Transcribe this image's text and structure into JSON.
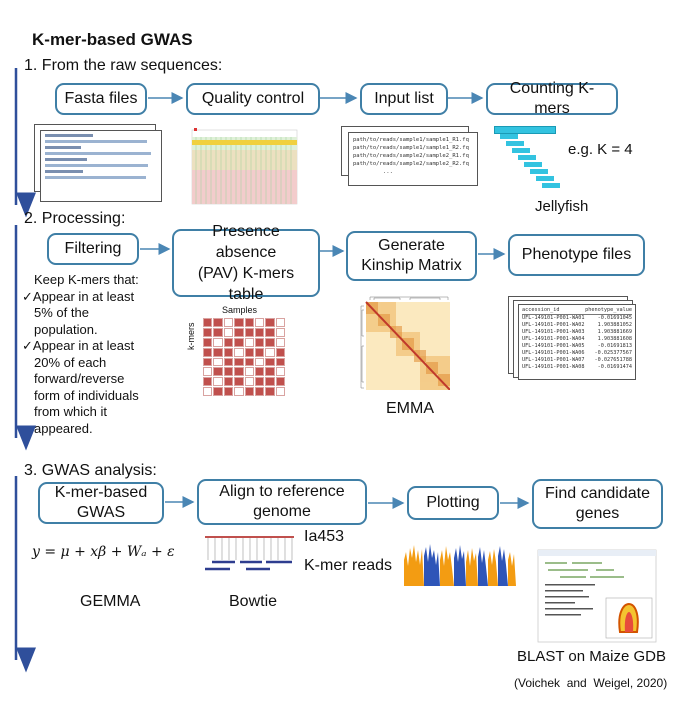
{
  "title": "K-mer-based GWAS",
  "steps": {
    "s1": {
      "heading": "1. From the raw sequences:",
      "boxes": {
        "fasta": "Fasta files",
        "qc": "Quality control",
        "input": "Input list",
        "count": "Counting K-mers"
      },
      "eg": "e.g. K = 4",
      "tool": "Jellyfish",
      "input_list_lines": [
        "path/to/reads/sample1/sample1_R1.fq",
        "path/to/reads/sample1/sample1_R2.fq",
        "path/to/reads/sample2/sample2_R1.fq",
        "path/to/reads/sample2/sample2_R2.fq",
        "..."
      ]
    },
    "s2": {
      "heading": "2. Processing:",
      "boxes": {
        "filtering": "Filtering",
        "pav_1": "Presence absence",
        "pav_2": "(PAV) K-mers",
        "pav_3": "table",
        "kinship_1": "Generate",
        "kinship_2": "Kinship Matrix",
        "pheno": "Phenotype files"
      },
      "keep": [
        "Keep K-mers that:",
        "✓Appear in at least",
        "5% of the",
        "population.",
        "✓Appear in at least",
        "20% of each",
        "forward/reverse",
        "form of individuals",
        "from which it",
        "appeared."
      ],
      "samples_label": "Samples",
      "kmers_label": "k-mers",
      "tool": "EMMA",
      "pheno_header": [
        "accession_id",
        "phenotype_value"
      ],
      "pheno_rows": [
        [
          "accession_id",
          "phenotype_value"
        ],
        [
          "UFL-149101-P001-WA01",
          "-0.01691045"
        ],
        [
          "UFL-149101-P001-WA02",
          "1.903881052"
        ],
        [
          "UFL-149101-P001-WA03",
          "1.903881669"
        ],
        [
          "UFL-149101-P001-WA04",
          "1.903881608"
        ],
        [
          "UFL-149101-P001-WA05",
          "-0.01691813"
        ],
        [
          "UFL-149101-P001-WA06",
          "-0.025377567"
        ],
        [
          "UFL-149101-P001-WA07",
          "-0.027651788"
        ],
        [
          "UFL-149101-P001-WA08",
          "-0.01691474"
        ]
      ]
    },
    "s3": {
      "heading": "3. GWAS analysis:",
      "boxes": {
        "gwas_1": "K-mer-based",
        "gwas_2": "GWAS",
        "align_1": "Align to reference",
        "align_2": "genome",
        "plot": "Plotting",
        "cand_1": "Find candidate",
        "cand_2": "genes"
      },
      "equation": "y = μ + xβ + Wₐ + ε",
      "gemma": "GEMMA",
      "ref_label": "Ia453",
      "reads_label": "K-mer reads",
      "bowtie": "Bowtie",
      "blast": "BLAST on Maize GDB",
      "citation": "(Voichek  and  Weigel, 2020)"
    }
  },
  "colors": {
    "box_border": "#3f7fa6",
    "arrow": "#4a86b4",
    "timeline": "#2f4f9b",
    "kmer_cell": "#33c3e0",
    "pav_present": "#c0504d",
    "manhattan_orange": "#f39c12",
    "manhattan_blue": "#2e55b8"
  }
}
